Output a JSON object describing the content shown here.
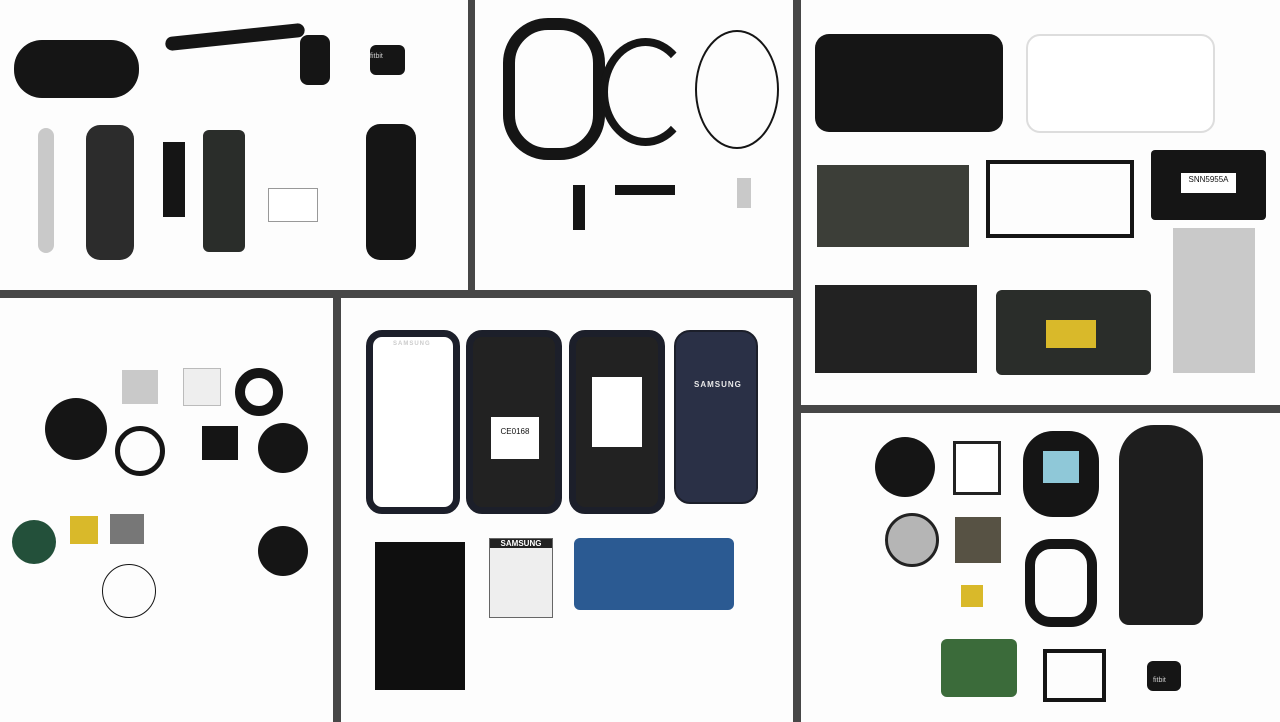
{
  "collage": {
    "panels": [
      {
        "id": "fitbit-flex-teardown",
        "texts": {
          "logo": "fitbit"
        }
      },
      {
        "id": "wristband-teardown"
      },
      {
        "id": "phone-teardown-1",
        "texts": {
          "battery_label": "SNN5955A"
        }
      },
      {
        "id": "smartwatch-teardown"
      },
      {
        "id": "samsung-galaxy-teardown",
        "texts": {
          "back_cover_brand": "SAMSUNG",
          "front_brand": "SAMSUNG",
          "frame_label": "CE0168",
          "battery_brand": "SAMSUNG"
        }
      },
      {
        "id": "fitbit-one-teardown",
        "texts": {
          "logo": "fitbit"
        }
      }
    ],
    "colors": {
      "divider": "#474747",
      "background": "#fdfdfd",
      "parts": "#151515",
      "samsung_blue": "#1c1f2a"
    }
  }
}
